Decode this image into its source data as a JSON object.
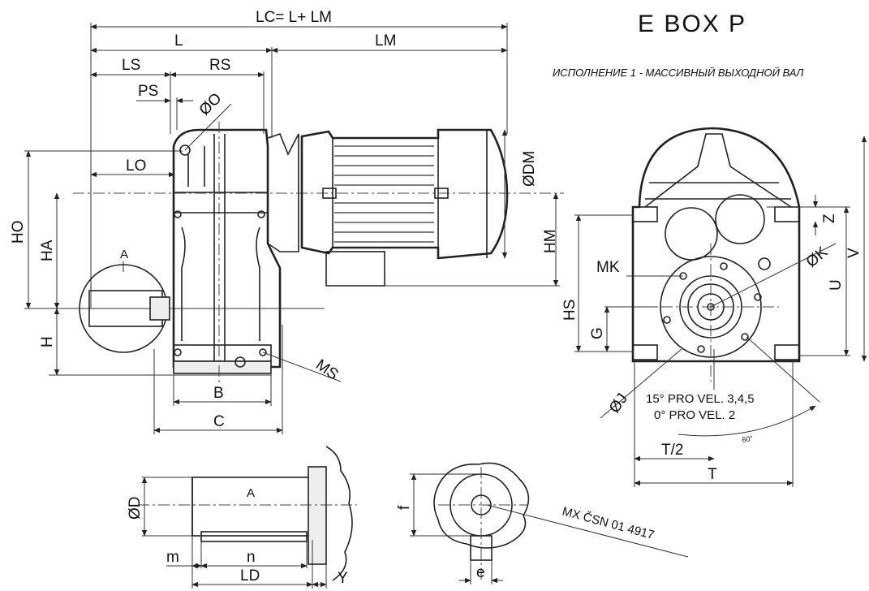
{
  "title": "E BOX P",
  "subtitle": "ИСПОЛНЕНИЕ 1 - МАССИВНЫЙ ВЫХОДНОЙ ВАЛ",
  "dimensions": {
    "lc": "LC= L+ LM",
    "l": "L",
    "lm": "LM",
    "ls": "LS",
    "rs": "RS",
    "ps": "PS",
    "o": "ØO",
    "lo": "LO",
    "ho": "HO",
    "ha": "HA",
    "h": "H",
    "a": "A",
    "dm": "ØDM",
    "hm": "HM",
    "ms": "MS",
    "b": "B",
    "c": "C",
    "z": "Z",
    "k": "ØK",
    "v": "V",
    "u": "U",
    "mk": "MK",
    "hs": "HS",
    "g": "G",
    "j": "ØJ",
    "t_half": "T/2",
    "t": "T",
    "d": "ØD",
    "f": "f",
    "m": "m",
    "n": "n",
    "ld": "LD",
    "y": "Y",
    "e": "e",
    "angle": "60°"
  },
  "notes": {
    "vel1": "15° PRO VEL. 3,4,5",
    "vel2": "0° PRO VEL. 2",
    "mx": "MX ČSN 01 4917"
  }
}
